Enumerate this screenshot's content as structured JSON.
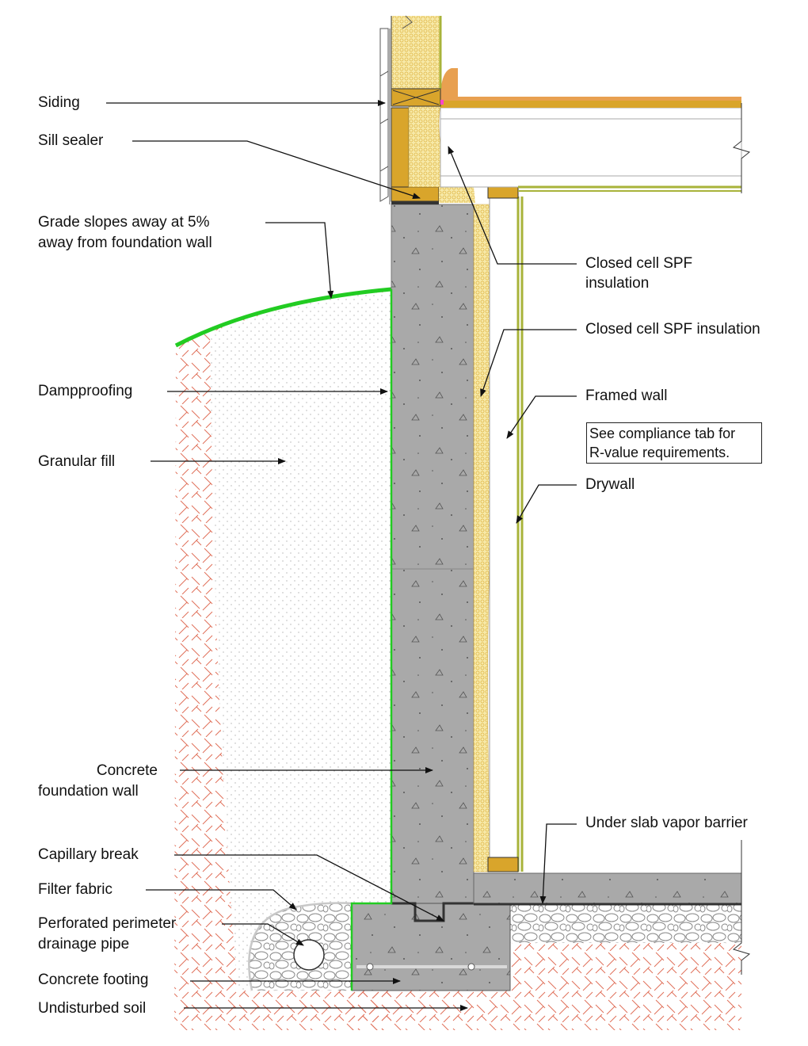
{
  "labels": {
    "siding": "Siding",
    "sill_sealer": "Sill sealer",
    "grade_line1": "Grade slopes away at 5%",
    "grade_line2": "away from foundation wall",
    "dampproofing": "Dampproofing",
    "granular_fill": "Granular fill",
    "foundation_wall_line1": "Concrete",
    "foundation_wall_line2": "foundation wall",
    "capillary_break": "Capillary break",
    "filter_fabric": "Filter fabric",
    "drain_pipe_line1": "Perforated perimeter",
    "drain_pipe_line2": "drainage pipe",
    "footing": "Concrete footing",
    "undisturbed_soil": "Undisturbed soil",
    "spf_rim_line1": "Closed cell SPF",
    "spf_rim_line2": "insulation",
    "spf_wall": "Closed cell SPF insulation",
    "framed_wall": "Framed wall",
    "drywall": "Drywall",
    "vapor_barrier": "Under slab vapor barrier"
  },
  "note": {
    "line1": "See compliance tab for",
    "line2": "R-value requirements."
  },
  "colors": {
    "concrete": "#a9a9a9",
    "spf": "#f5e6a6",
    "lumber": "#d9a52b",
    "dampproofing": "#22cc22",
    "soil_hatch": "#e0705a",
    "drywall": "#a8b33a",
    "floor_finish": "#e8a050"
  }
}
